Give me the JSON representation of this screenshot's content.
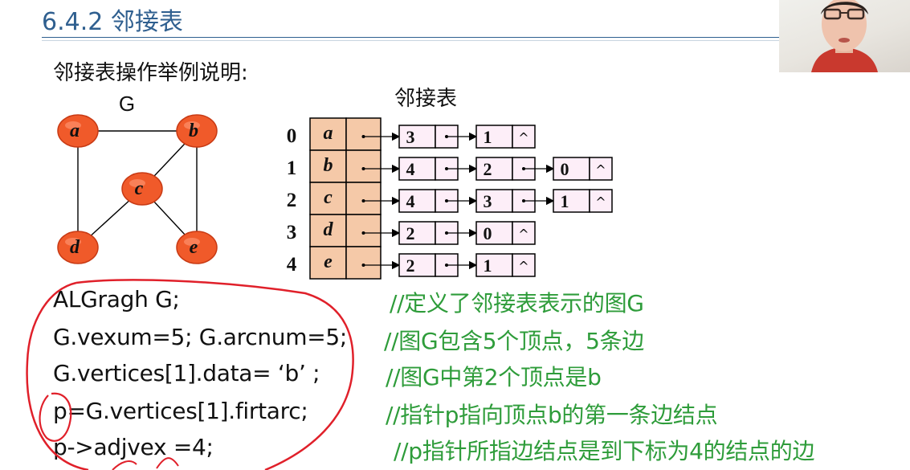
{
  "title": "6.4.2 邻接表",
  "subtitle": "邻接表操作举例说明:",
  "graph": {
    "label": "G",
    "nodes": [
      "a",
      "b",
      "c",
      "d",
      "e"
    ],
    "edges": [
      [
        "a",
        "b"
      ],
      [
        "a",
        "d"
      ],
      [
        "b",
        "c"
      ],
      [
        "b",
        "e"
      ],
      [
        "c",
        "d"
      ],
      [
        "c",
        "e"
      ]
    ]
  },
  "adjacency_list": {
    "label": "邻接表",
    "rows": [
      {
        "index": "0",
        "vertex": "a",
        "nodes": [
          "3",
          "1"
        ]
      },
      {
        "index": "1",
        "vertex": "b",
        "nodes": [
          "4",
          "2",
          "0"
        ]
      },
      {
        "index": "2",
        "vertex": "c",
        "nodes": [
          "4",
          "3",
          "1"
        ]
      },
      {
        "index": "3",
        "vertex": "d",
        "nodes": [
          "2",
          "0"
        ]
      },
      {
        "index": "4",
        "vertex": "e",
        "nodes": [
          "2",
          "1"
        ]
      }
    ],
    "null_symbol": "^"
  },
  "code": [
    {
      "code": "ALGragh    G;",
      "comment": "//定义了邻接表表示的图G"
    },
    {
      "code": "G.vexum=5; G.arcnum=5;",
      "comment": "//图G包含5个顶点，5条边"
    },
    {
      "code": "G.vertices[1].data=  ‘b’ ;",
      "comment": "//图G中第2个顶点是b"
    },
    {
      "code": "p=G.vertices[1].firtarc;",
      "comment": "//指针p指向顶点b的第一条边结点"
    },
    {
      "code": "p->adjvex =4;",
      "comment": "//p指针所指边结点是到下标为4的结点的边"
    }
  ],
  "colors": {
    "title": "#2f5f8f",
    "node_fill": "#f05a2a",
    "cell_fill": "#f5c9a8",
    "comment": "#2e9c3a",
    "annotation": "#e0202a"
  },
  "icons": {
    "null_pointer": "caret-up-icon",
    "presenter": "presenter-video"
  }
}
